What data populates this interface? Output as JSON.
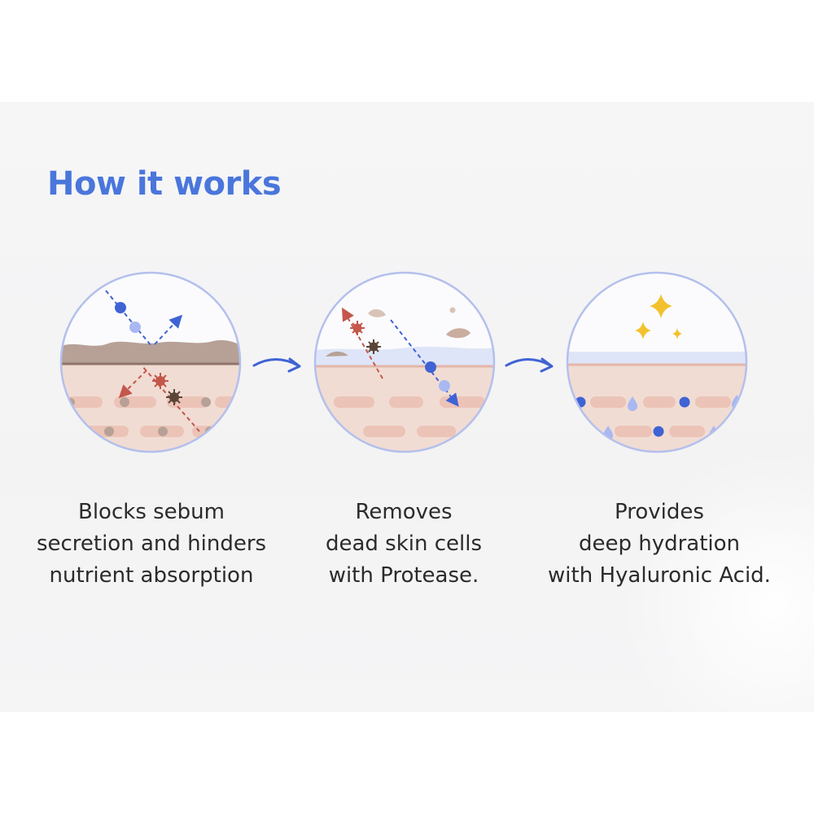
{
  "header": {
    "title": "How it works"
  },
  "steps": [
    {
      "lines": [
        "Blocks sebum",
        "secretion and hinders",
        "nutrient absorption"
      ]
    },
    {
      "lines": [
        "Removes",
        "dead skin cells",
        "with Protease."
      ]
    },
    {
      "lines": [
        "Provides",
        "deep hydration",
        "with Hyaluronic Acid."
      ]
    }
  ],
  "colors": {
    "accent": "#4a76dc",
    "circle_border": "#b4c0ec",
    "skin": "#f1dcd3",
    "skin_cell": "#ecc3b7",
    "sebum": "#b7a197",
    "impurity_red": "#c4574c",
    "impurity_dark": "#5a4538",
    "hydration_blue": "#3f63d4",
    "hydration_light": "#a9b8f2",
    "sparkle": "#f3c12d"
  }
}
